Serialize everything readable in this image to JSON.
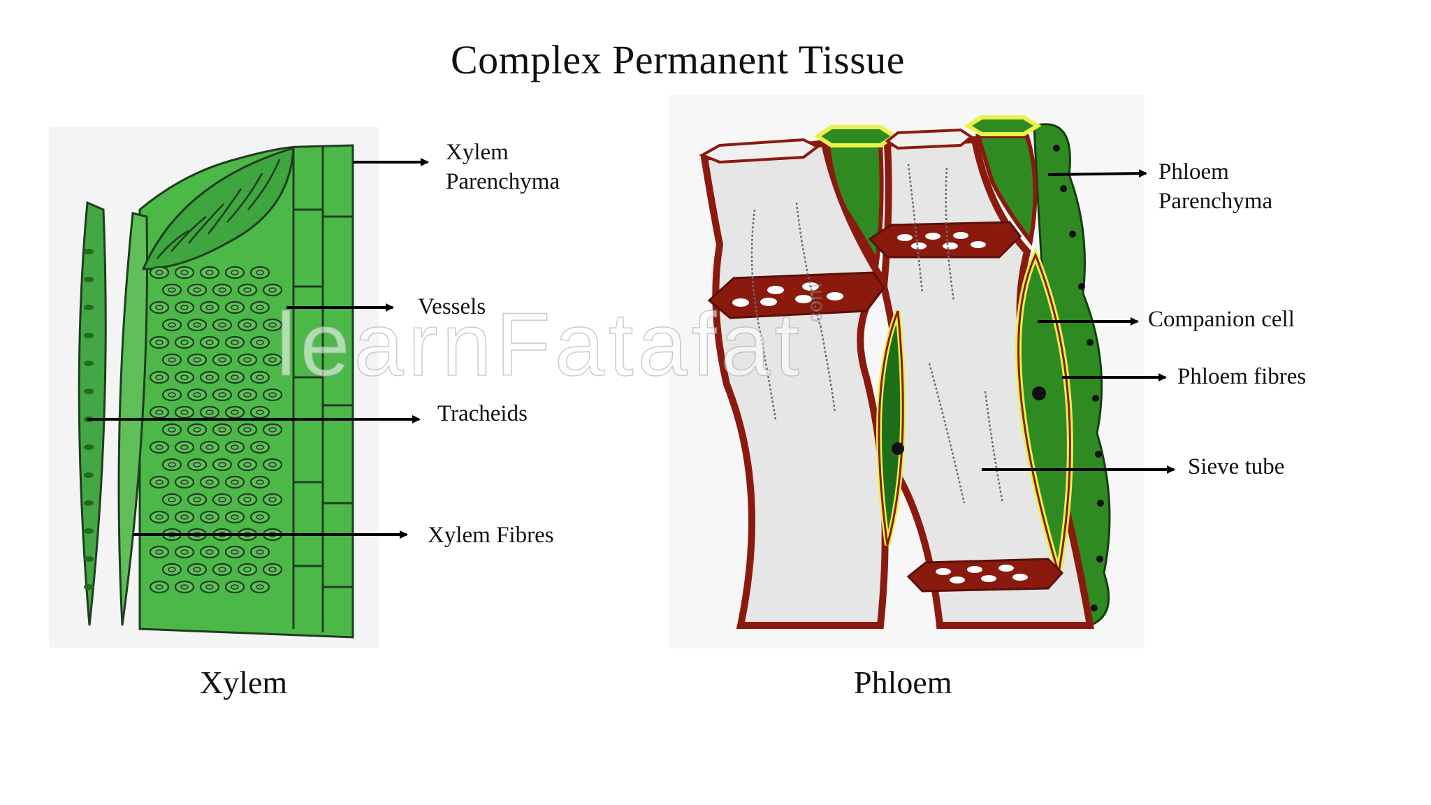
{
  "title": "Complex Permanent Tissue",
  "xylem": {
    "caption": "Xylem",
    "labels": {
      "parenchyma": [
        "Xylem",
        "Parenchyma"
      ],
      "vessels": "Vessels",
      "tracheids": "Tracheids",
      "fibres": "Xylem Fibres"
    }
  },
  "phloem": {
    "caption": "Phloem",
    "labels": {
      "parenchyma": [
        "Phloem",
        "Parenchyma"
      ],
      "companion": "Companion cell",
      "fibres": "Phloem fibres",
      "sieve": "Sieve tube"
    }
  },
  "watermark": "learnFatafat",
  "watermark_suffix": ".com",
  "colors": {
    "xylem_green": "#4cb848",
    "xylem_dark": "#1f6b20",
    "phloem_green": "#2f8a22",
    "wall_brown": "#8b1a0e",
    "highlight_yellow": "#e8f24a",
    "cell_gray": "#e6e6e6"
  }
}
